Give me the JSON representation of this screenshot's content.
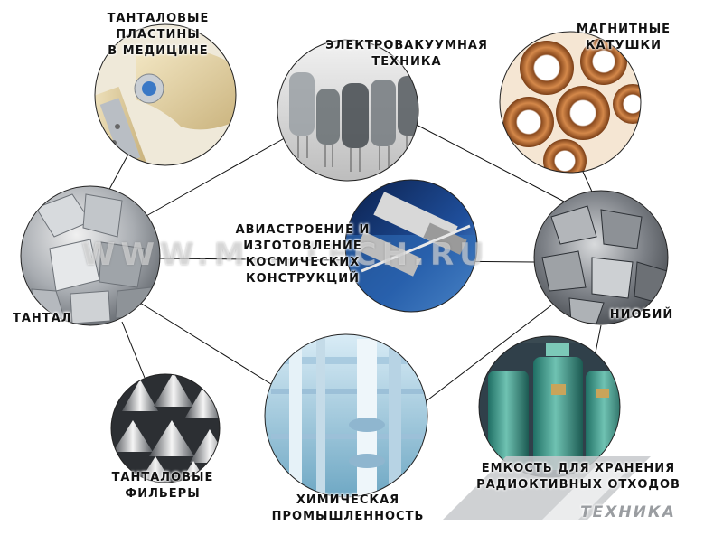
{
  "nodes": {
    "tantal_plates": {
      "lines": [
        "ТАНТАЛОВЫЕ",
        "ПЛАСТИНЫ",
        "В МЕДИЦИНЕ"
      ]
    },
    "vacuum_tech": {
      "lines": [
        "ЭЛЕКТРОВАКУУМНАЯ",
        "ТЕХНИКА"
      ]
    },
    "magnet_coils": {
      "lines": [
        "МАГНИТНЫЕ",
        "КАТУШКИ"
      ]
    },
    "aero_space": {
      "lines": [
        "АВИАСТРОЕНИЕ И",
        "ИЗГОТОВЛЕНИЕ",
        "КОСМИЧЕСКИХ",
        "КОНСТРУКЦИЙ"
      ]
    },
    "tantalum": {
      "lines": [
        "ТАНТАЛ"
      ]
    },
    "niobium": {
      "lines": [
        "НИОБИЙ"
      ]
    },
    "spinnerets": {
      "lines": [
        "ТАНТАЛОВЫЕ",
        "ФИЛЬЕРЫ"
      ]
    },
    "chem_industry": {
      "lines": [
        "ХИМИЧЕСКАЯ",
        "ПРОМЫШЛЕННОСТЬ"
      ]
    },
    "waste_storage": {
      "lines": [
        "ЕМКОСТЬ ДЛЯ ХРАНЕНИЯ",
        "РАДИОКТИВНЫХ ОТХОДОВ"
      ]
    }
  },
  "watermark": "WWW.M...TECH.RU",
  "logo_text": "ТЕХНИКА"
}
